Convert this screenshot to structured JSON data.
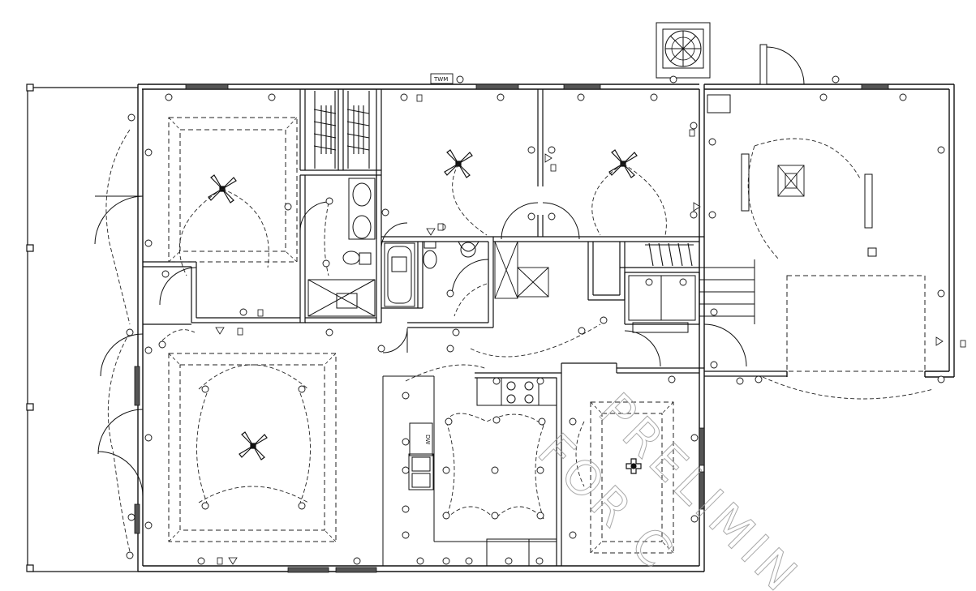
{
  "labels": {
    "meter": "TWM",
    "dishwasher": "DW",
    "watermark_line1": "PRELIMIN",
    "watermark_line2": "FOR C"
  },
  "colors": {
    "line": "#111111",
    "wall_fill": "#ffffff",
    "dash": "#222222",
    "watermark": "#9a9a9a",
    "window": "#555555"
  }
}
